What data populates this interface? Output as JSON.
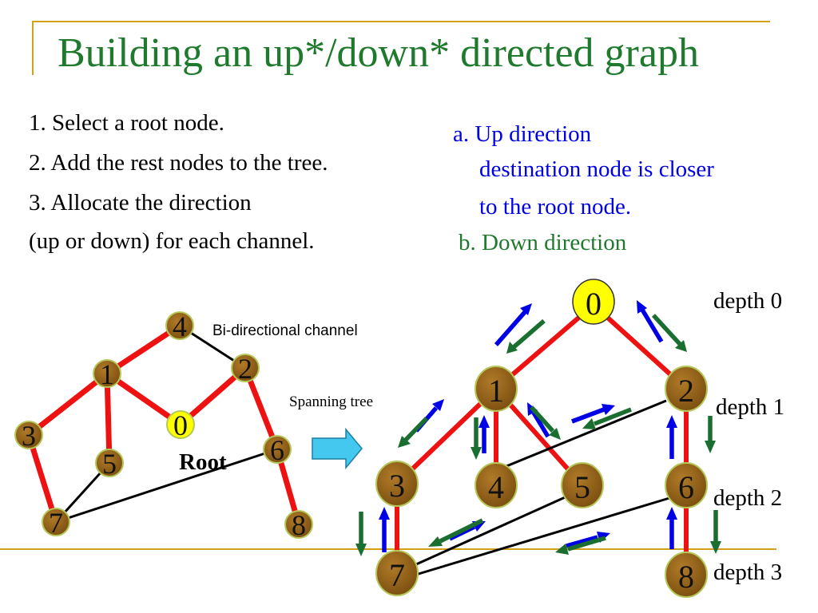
{
  "title": "Building an up*/down* directed graph",
  "steps": [
    "1. Select a root node.",
    "2. Add the rest nodes to the tree.",
    "3. Allocate the direction",
    "(up or down) for each channel."
  ],
  "notes": {
    "a_line1": "a. Up direction",
    "a_line2": "destination node is closer",
    "a_line3": "to the root node.",
    "b": "b. Down direction"
  },
  "labels": {
    "bidirectional": "Bi-directional channel",
    "spanning_tree": "Spanning tree",
    "root": "Root"
  },
  "depths": [
    "depth 0",
    "depth 1",
    "depth 2",
    "depth 3"
  ],
  "node_ids": [
    "0",
    "1",
    "2",
    "3",
    "4",
    "5",
    "6",
    "7",
    "8"
  ],
  "colors": {
    "title": "#1f7a2e",
    "accent_rule": "#d4a017",
    "node_fill": "#8b5a14",
    "root_fill": "#ffff00",
    "tree_edge": "#ee1111",
    "up_arrow": "#0000e6",
    "down_arrow": "#1a6e30",
    "transfer_arrow": "#44c8f0"
  }
}
